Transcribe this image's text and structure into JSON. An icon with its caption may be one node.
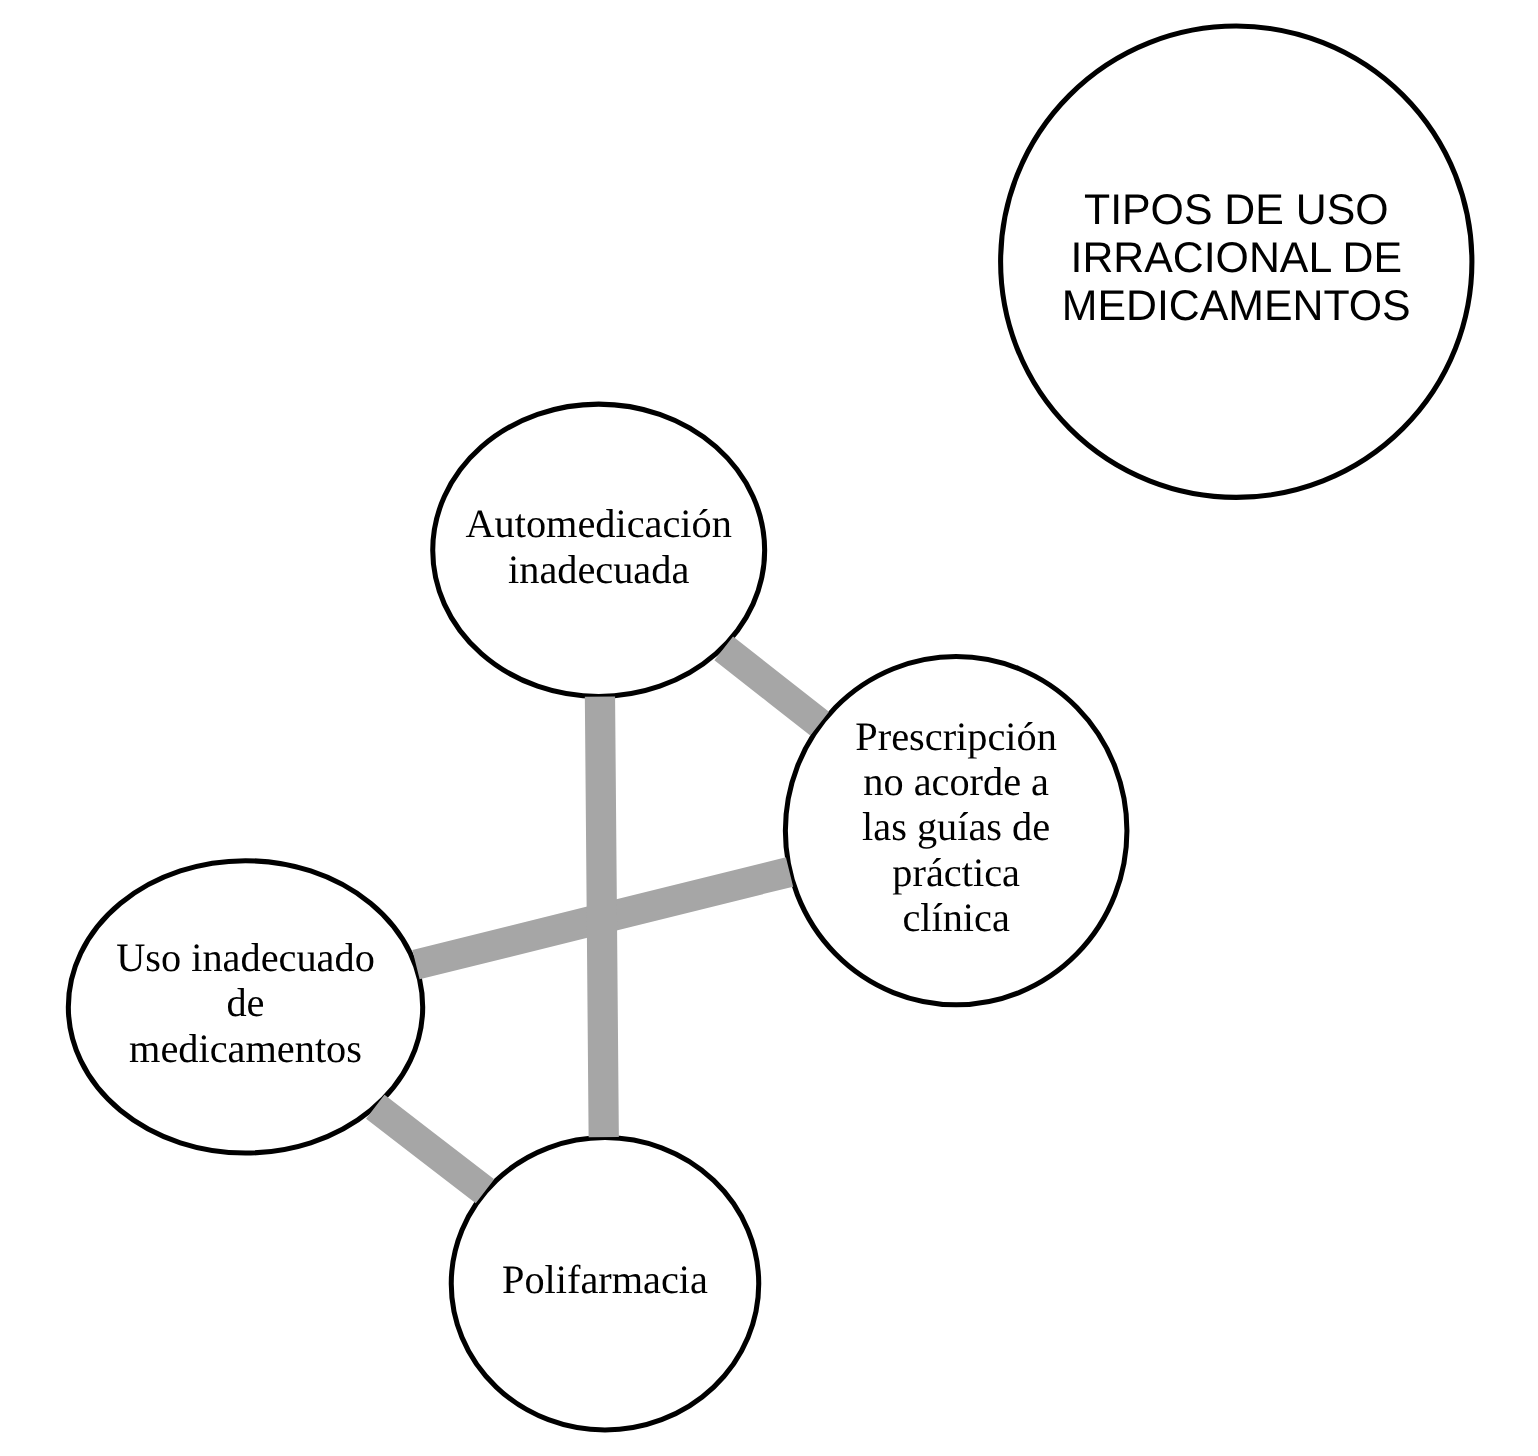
{
  "diagram": {
    "nodes": [
      {
        "text": [
          "Uso inadecuado de medicamentos"
        ]
      },
      {
        "text": [
          "Prescripción no acorde a las guías de práctica clínica"
        ]
      },
      {
        "text": [
          "TIPOS DE USO IRRACIONAL DE MEDICAMENTOS"
        ]
      },
      {
        "text": [
          "Polifarmacia"
        ]
      },
      {
        "text": [
          "Automedicación inadecuada"
        ]
      }
    ],
    "edges": [
      {
        "from": 0,
        "to": 3,
        "arrow": "none"
      },
      {
        "from": 3,
        "to": 4,
        "arrow": "none"
      },
      {
        "from": 4,
        "to": 1,
        "arrow": "none"
      },
      {
        "from": 1,
        "to": 0,
        "arrow": "none"
      }
    ]
  }
}
